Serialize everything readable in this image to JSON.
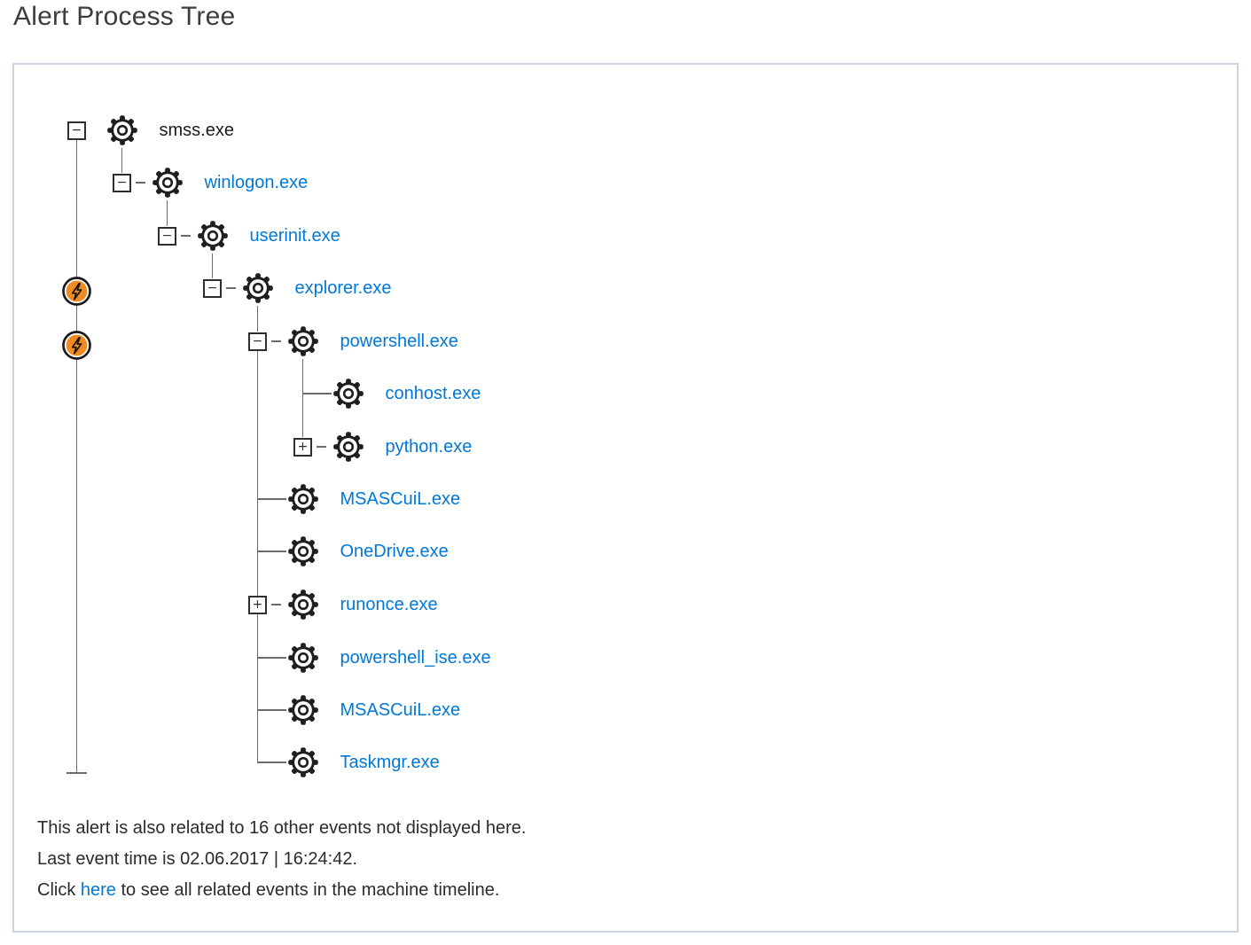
{
  "title": "Alert Process Tree",
  "colors": {
    "link_blue": "#0078d7",
    "alert_orange": "#f08a21",
    "panel_border": "#cdd4e1",
    "connector_gray": "#6b6b6b",
    "text_dark": "#2b2b2b"
  },
  "tree": {
    "nodes": [
      {
        "name": "smss.exe",
        "toggle": "−",
        "is_link": false
      },
      {
        "name": "winlogon.exe",
        "toggle": "−",
        "is_link": true
      },
      {
        "name": "userinit.exe",
        "toggle": "−",
        "is_link": true
      },
      {
        "name": "explorer.exe",
        "toggle": "−",
        "is_link": true
      },
      {
        "name": "powershell.exe",
        "toggle": "−",
        "is_link": true
      },
      {
        "name": "conhost.exe",
        "toggle": null,
        "is_link": true
      },
      {
        "name": "python.exe",
        "toggle": "+",
        "is_link": true
      },
      {
        "name": "MSASCuiL.exe",
        "toggle": null,
        "is_link": true
      },
      {
        "name": "OneDrive.exe",
        "toggle": null,
        "is_link": true
      },
      {
        "name": "runonce.exe",
        "toggle": "+",
        "is_link": true
      },
      {
        "name": "powershell_ise.exe",
        "toggle": null,
        "is_link": true
      },
      {
        "name": "MSASCuiL.exe",
        "toggle": null,
        "is_link": true
      },
      {
        "name": "Taskmgr.exe",
        "toggle": null,
        "is_link": true
      }
    ]
  },
  "timeline": {
    "alert_icon_count": 2,
    "alert_icon_meaning": "alert-event-lightning"
  },
  "footer": {
    "line1": "This alert is also related to 16 other events not displayed here.",
    "line2": "Last event time is 02.06.2017 | 16:24:42.",
    "line3_prefix": "Click ",
    "line3_link": "here",
    "line3_suffix": " to see all related events in the machine timeline."
  }
}
